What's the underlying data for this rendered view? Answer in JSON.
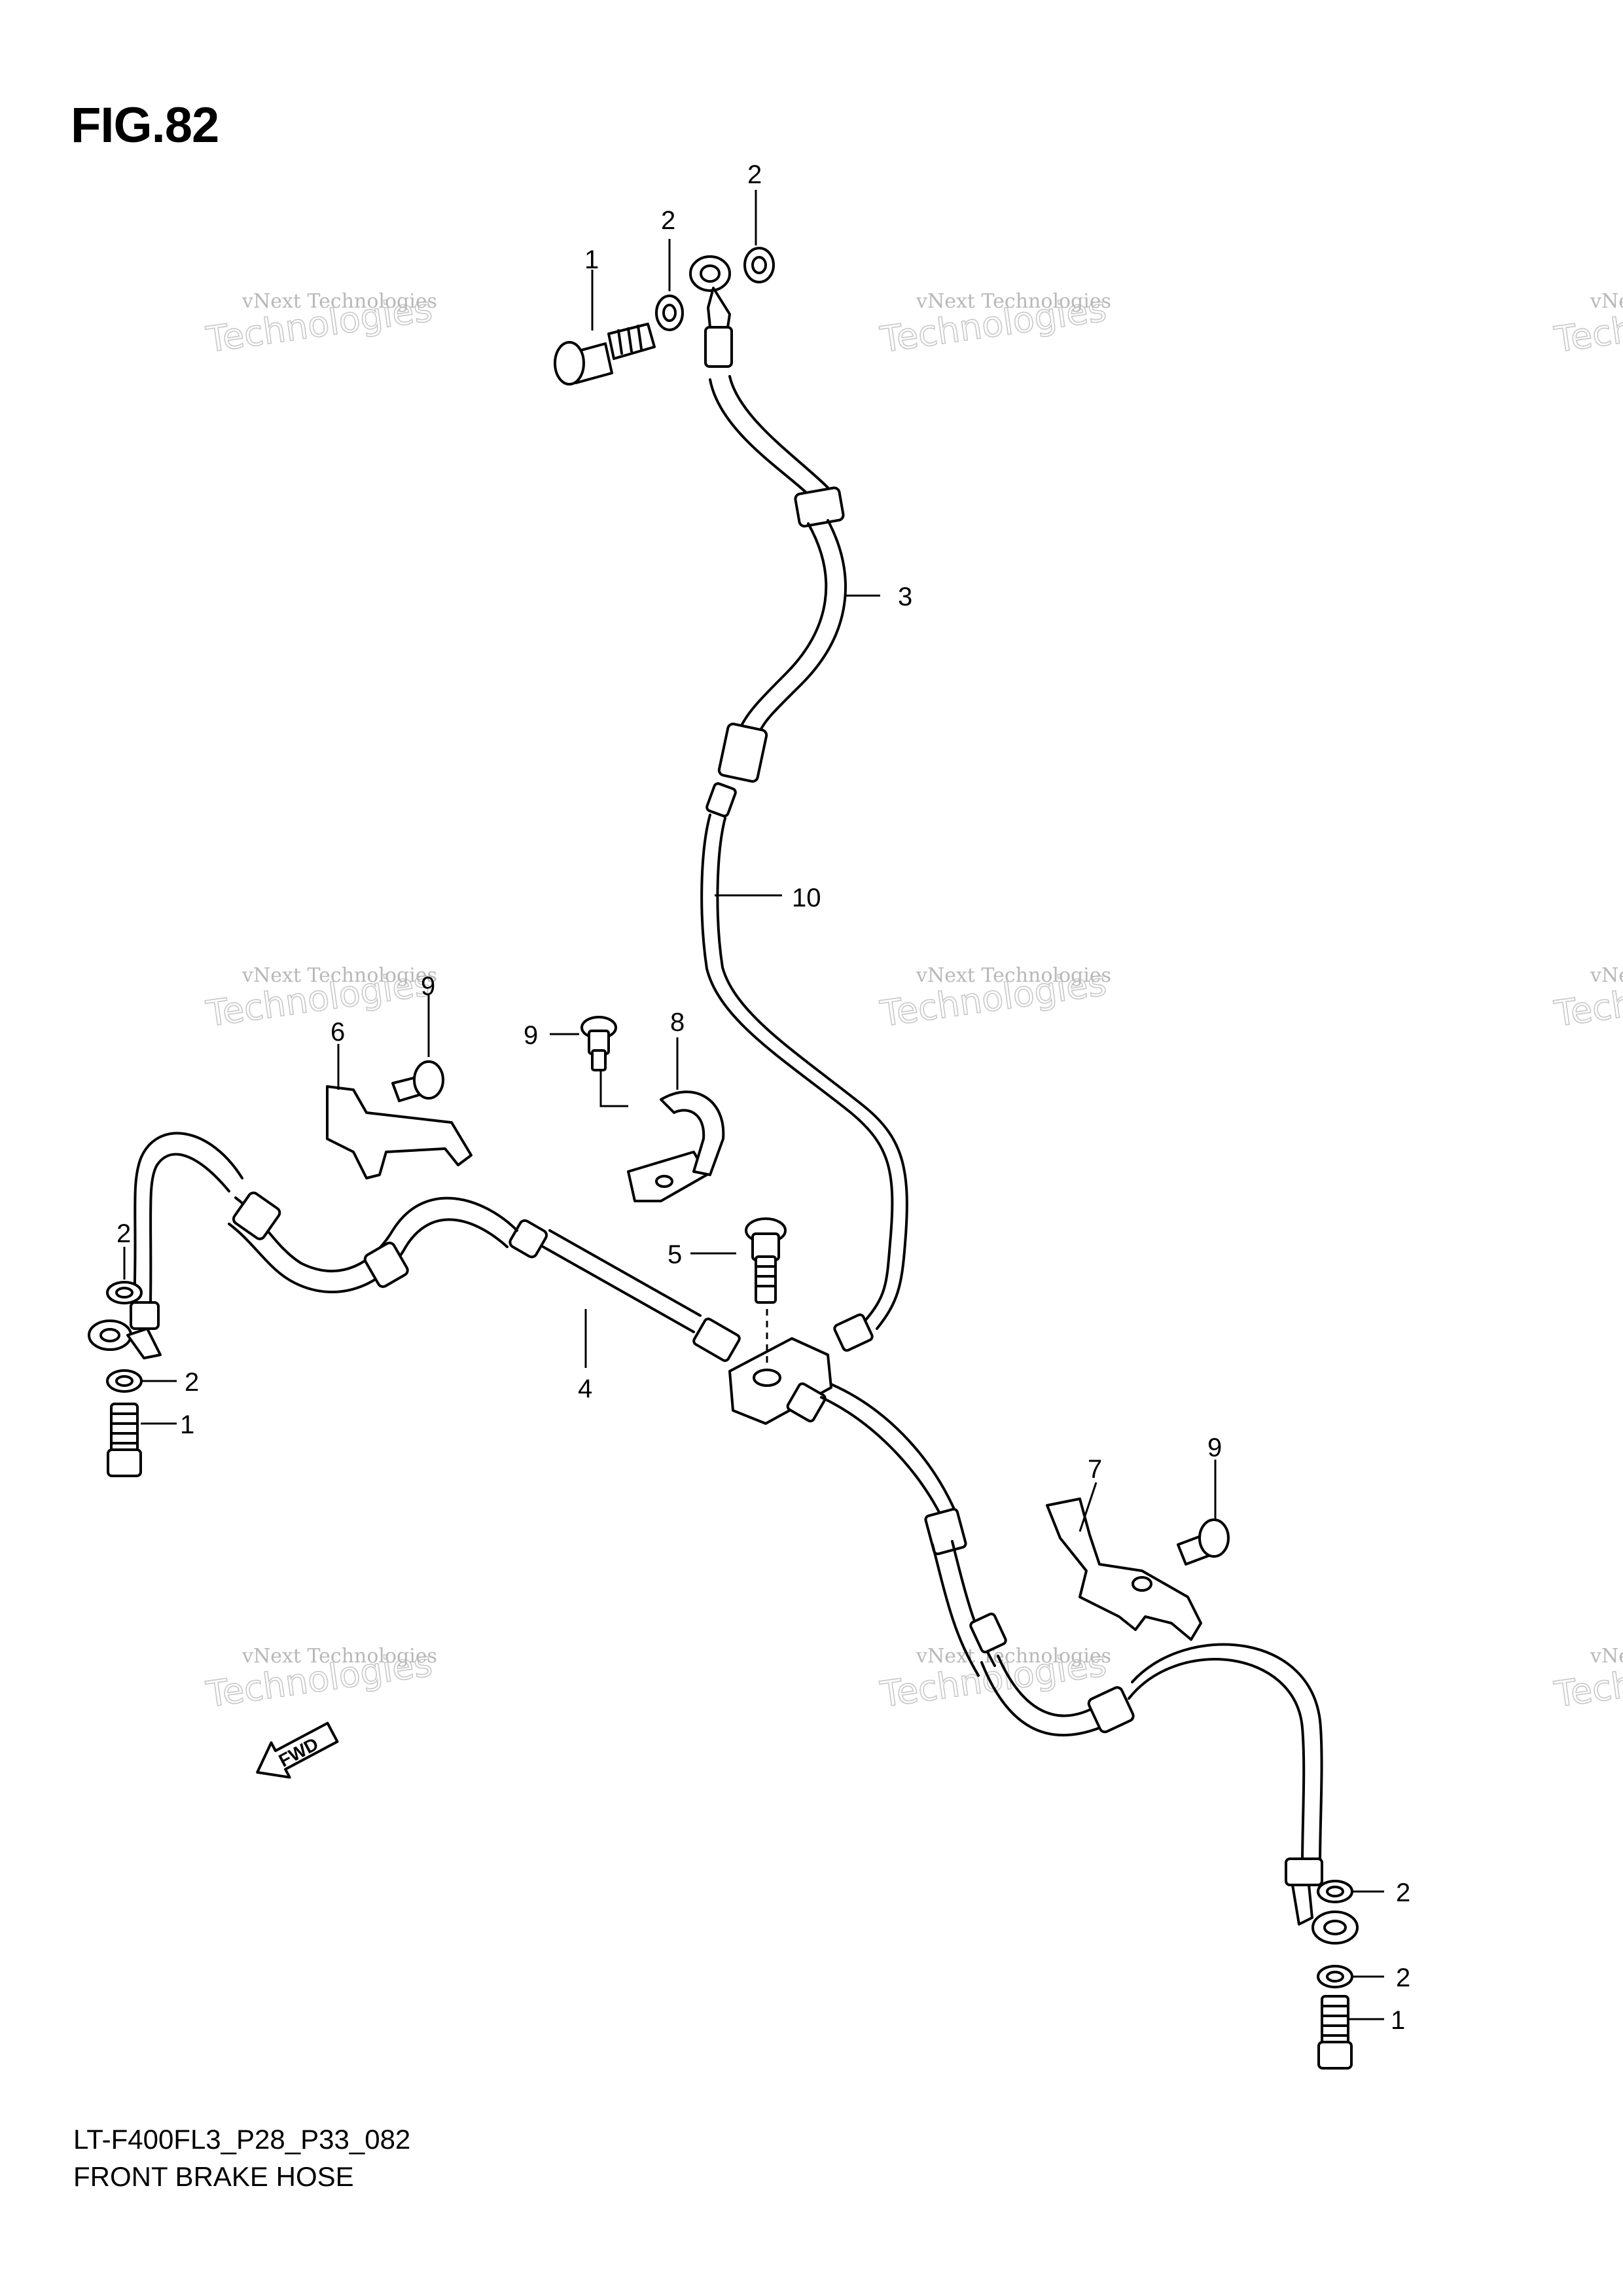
{
  "figure_label": "FIG.82",
  "model_code": "LT-F400FL3_P28_P33_082",
  "section_title": "FRONT BRAKE HOSE",
  "watermark": {
    "line1": "vNext Technologies",
    "line2": "Technologies",
    "line3": "vNext"
  },
  "callouts": [
    {
      "id": "c1a",
      "label": "1"
    },
    {
      "id": "c2a",
      "label": "2"
    },
    {
      "id": "c2b",
      "label": "2"
    },
    {
      "id": "c3",
      "label": "3"
    },
    {
      "id": "c10",
      "label": "10"
    },
    {
      "id": "c9a",
      "label": "9"
    },
    {
      "id": "c6",
      "label": "6"
    },
    {
      "id": "c9b",
      "label": "9"
    },
    {
      "id": "c8",
      "label": "8"
    },
    {
      "id": "c2c",
      "label": "2"
    },
    {
      "id": "c5",
      "label": "5"
    },
    {
      "id": "c2d",
      "label": "2"
    },
    {
      "id": "c1b",
      "label": "1"
    },
    {
      "id": "c4",
      "label": "4"
    },
    {
      "id": "c7",
      "label": "7"
    },
    {
      "id": "c9c",
      "label": "9"
    },
    {
      "id": "c2e",
      "label": "2"
    },
    {
      "id": "c2f",
      "label": "2"
    },
    {
      "id": "c1c",
      "label": "1"
    }
  ],
  "fwd_label": "FWD"
}
